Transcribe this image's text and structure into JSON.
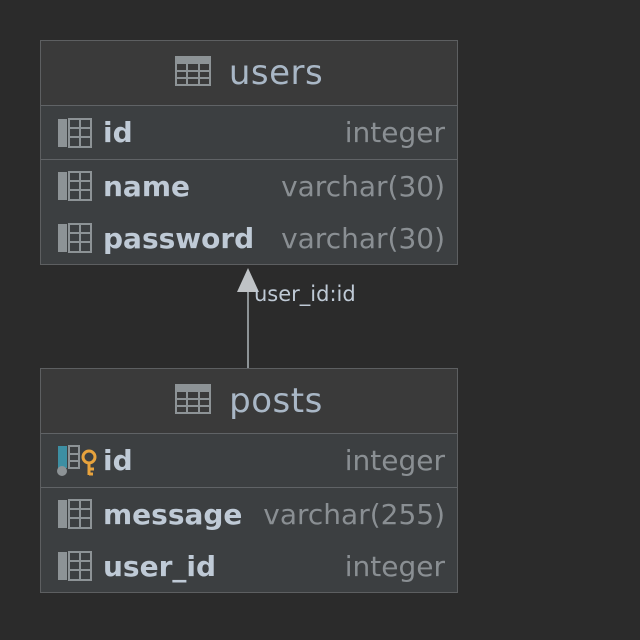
{
  "tables": [
    {
      "name": "users",
      "columns": [
        {
          "name": "id",
          "type": "integer",
          "icon": "column-icon"
        },
        {
          "name": "name",
          "type": "varchar(30)",
          "icon": "column-icon"
        },
        {
          "name": "password",
          "type": "varchar(30)",
          "icon": "column-icon"
        }
      ]
    },
    {
      "name": "posts",
      "columns": [
        {
          "name": "id",
          "type": "integer",
          "icon": "primary-key-column-icon"
        },
        {
          "name": "message",
          "type": "varchar(255)",
          "icon": "column-icon"
        },
        {
          "name": "user_id",
          "type": "integer",
          "icon": "column-icon"
        }
      ]
    }
  ],
  "relationship": {
    "label": "user_id:id",
    "from": "posts",
    "to": "users"
  },
  "colors": {
    "background": "#2b2b2b",
    "entity_body": "#3c3f41",
    "key_accent": "#e8a33d",
    "pk_accent": "#3d8fa3"
  }
}
